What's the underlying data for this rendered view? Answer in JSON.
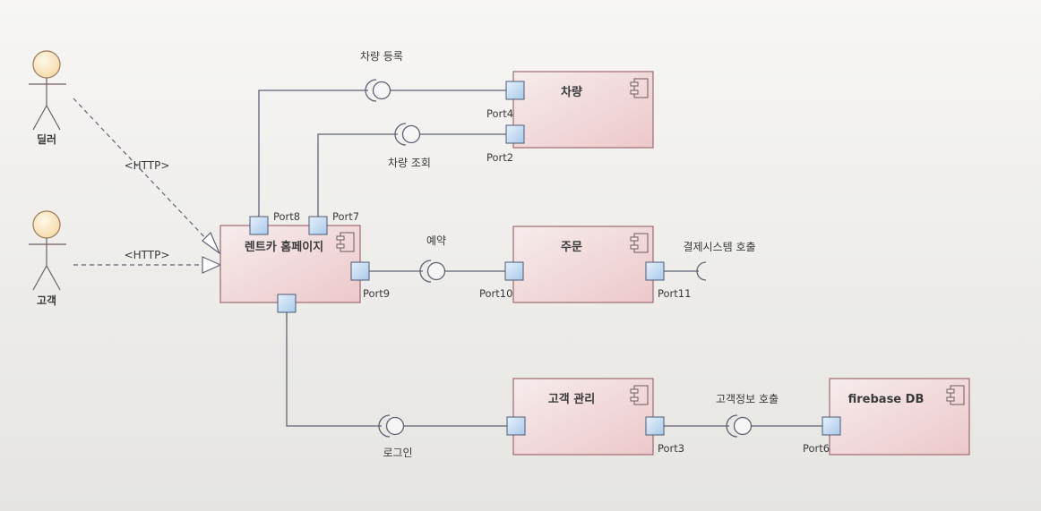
{
  "actors": {
    "dealer": "딜러",
    "customer": "고객"
  },
  "dependencies": {
    "dealer_http": "<HTTP>",
    "customer_http": "<HTTP>"
  },
  "components": {
    "homepage": "렌트카 홈페이지",
    "vehicle": "차량",
    "order": "주문",
    "customer_mgmt": "고객 관리",
    "firebase": "firebase DB"
  },
  "ports": {
    "port8": "Port8",
    "port7": "Port7",
    "port9": "Port9",
    "port4": "Port4",
    "port2": "Port2",
    "port10": "Port10",
    "port11": "Port11",
    "port3": "Port3",
    "port6": "Port6"
  },
  "interfaces": {
    "vehicle_register": "차량 등록",
    "vehicle_lookup": "차량 조회",
    "reservation": "예약",
    "payment_call": "결제시스템 호출",
    "login": "로그인",
    "customer_info_call": "고객정보 호출"
  }
}
